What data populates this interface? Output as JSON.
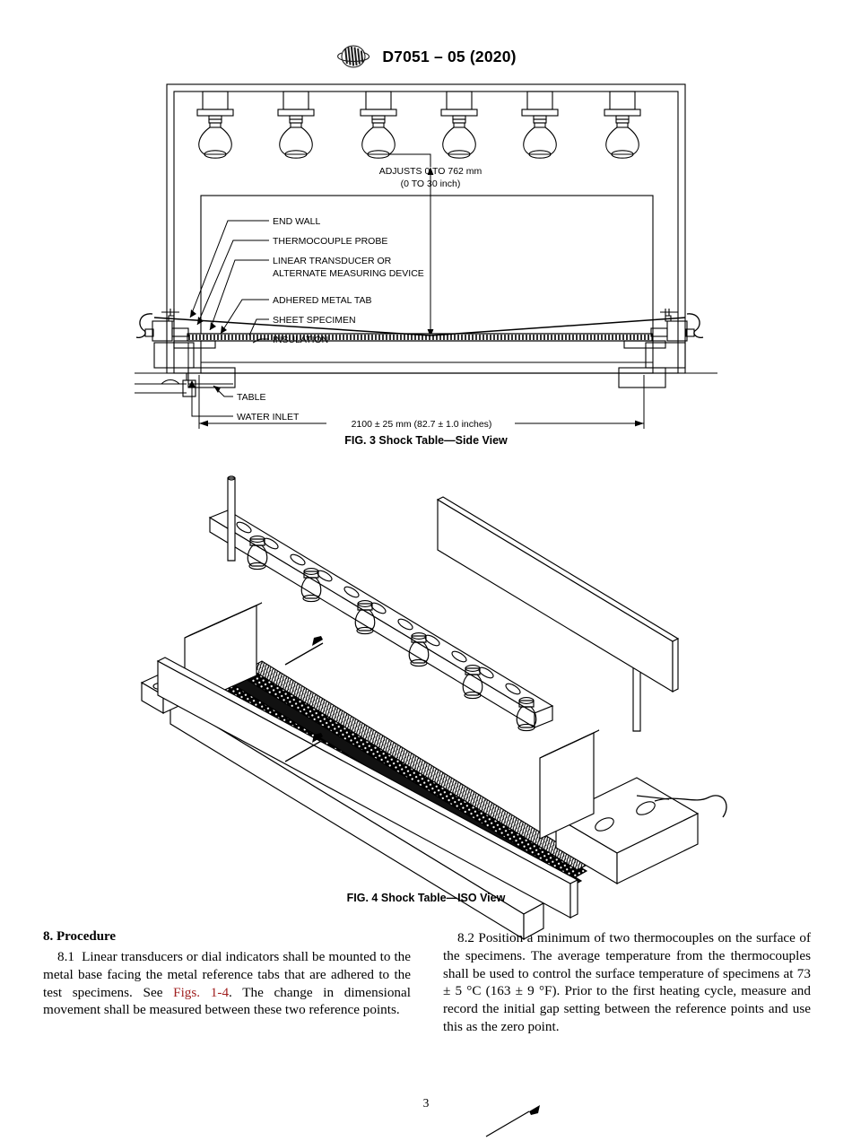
{
  "header": {
    "logo_alt": "ASTM",
    "designation": "D7051 – 05 (2020)"
  },
  "figures": [
    {
      "id": "fig3",
      "caption": "FIG. 3 Shock Table—Side View",
      "annotations": {
        "adjust_line1": "ADJUSTS 0 TO 762 mm",
        "adjust_line2": "(0 TO 30 inch)",
        "dimension": "2100 ± 25 mm (82.7 ± 1.0 inches)"
      },
      "callouts": [
        "END WALL",
        "THERMOCOUPLE PROBE",
        "LINEAR TRANSDUCER OR",
        "ALTERNATE MEASURING DEVICE",
        "ADHERED METAL TAB",
        "SHEET SPECIMEN",
        "INSULATION",
        "TABLE",
        "WATER INLET"
      ]
    },
    {
      "id": "fig4",
      "caption": "FIG. 4 Shock Table—ISO View",
      "annotations": {},
      "callouts": []
    }
  ],
  "content": {
    "section_heading": "8.  Procedure",
    "para_8_1": {
      "number": "8.1",
      "text_before": "Linear transducers or dial indicators shall be mounted to the metal base facing the metal reference tabs that are adhered to the test specimens. See ",
      "xref": "Figs. 1-4",
      "text_after": ". The change in dimensional movement shall be measured between these two reference points."
    },
    "para_8_2": {
      "number": "8.2",
      "text": "Position a minimum of two thermocouples on the surface of the specimens. The average temperature from the thermocouples shall be used to control the surface temperature of specimens at 73 ± 5 °C (163 ± 9 °F). Prior to the first heating cycle, measure and record the initial gap setting between the reference points and use this as the zero point."
    }
  },
  "footer": {
    "page_number": "3"
  },
  "colors": {
    "ink": "#000000",
    "xref": "#a02020",
    "paper": "#ffffff"
  }
}
